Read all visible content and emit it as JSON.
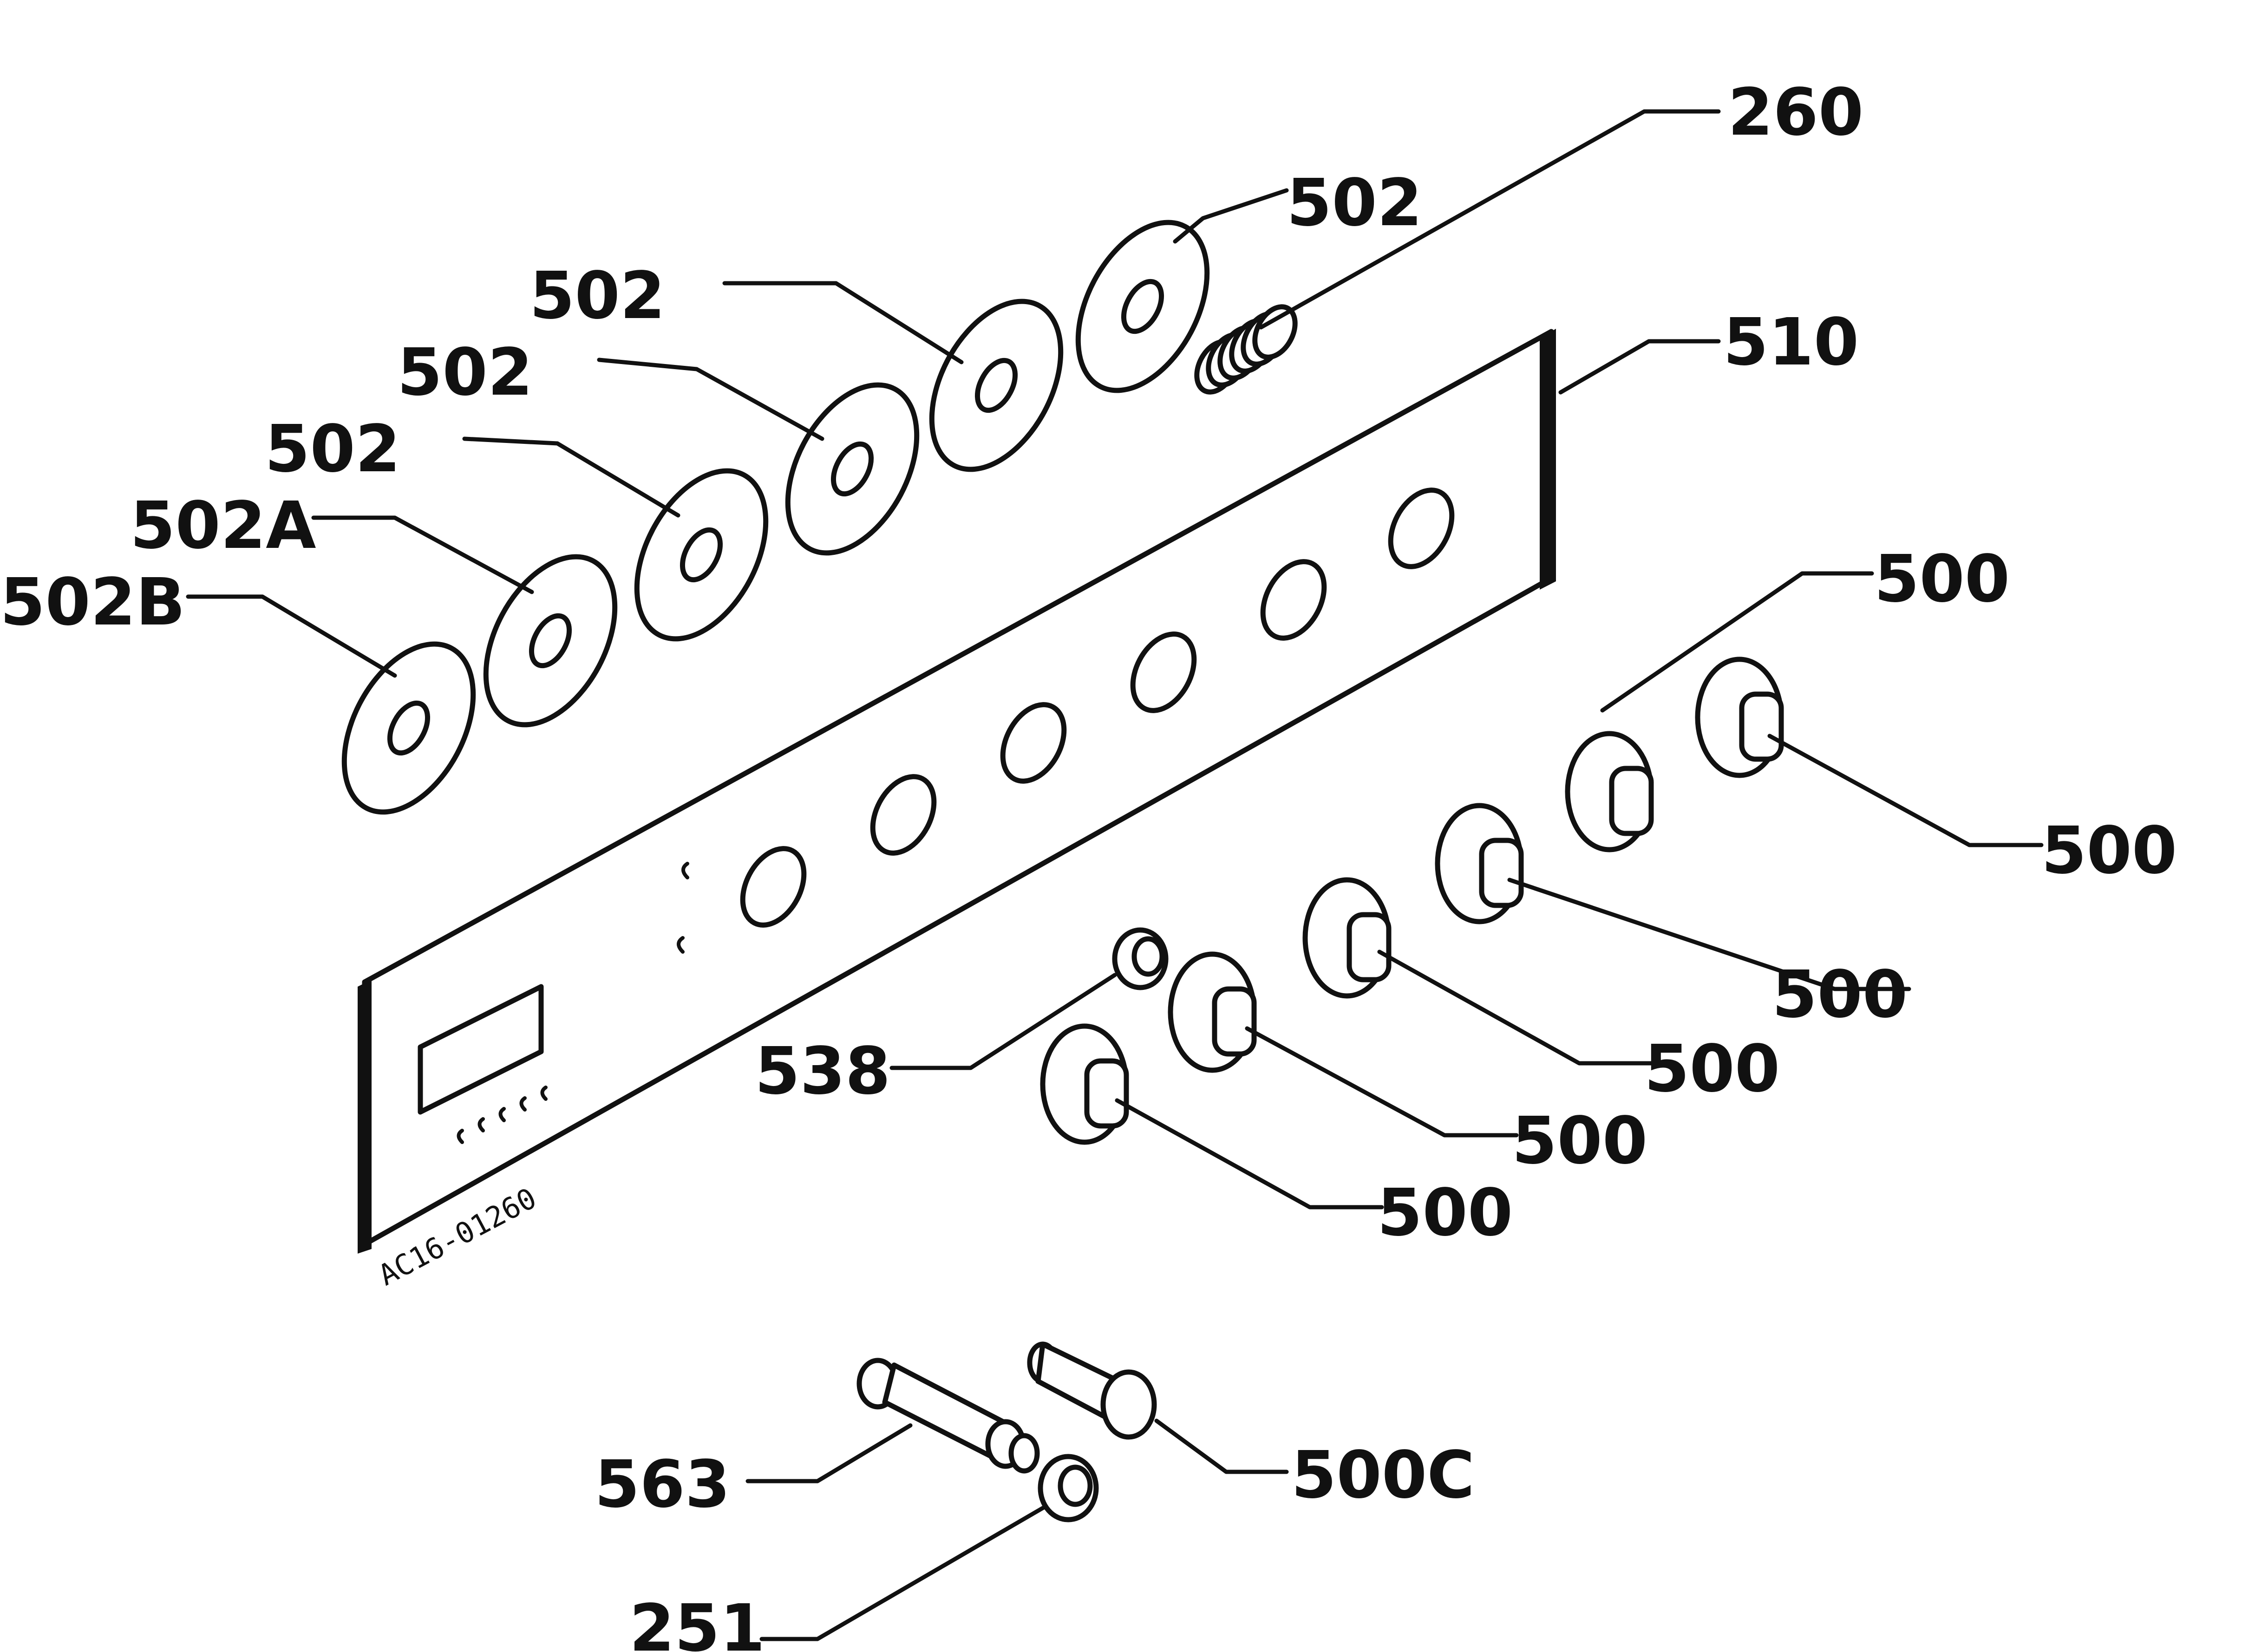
{
  "diagram": {
    "drawing_code": "AC16-01260",
    "labels": {
      "p260": "260",
      "p502_top": "502",
      "p502_a": "502",
      "p502_b": "502",
      "p502_c": "502",
      "p502A": "502A",
      "p502B": "502B",
      "p510": "510",
      "p500_1": "500",
      "p500_2": "500",
      "p500_3": "500",
      "p500_4": "500",
      "p500_5": "500",
      "p500_6": "500",
      "p538": "538",
      "p563": "563",
      "p500C": "500C",
      "p251": "251"
    }
  }
}
